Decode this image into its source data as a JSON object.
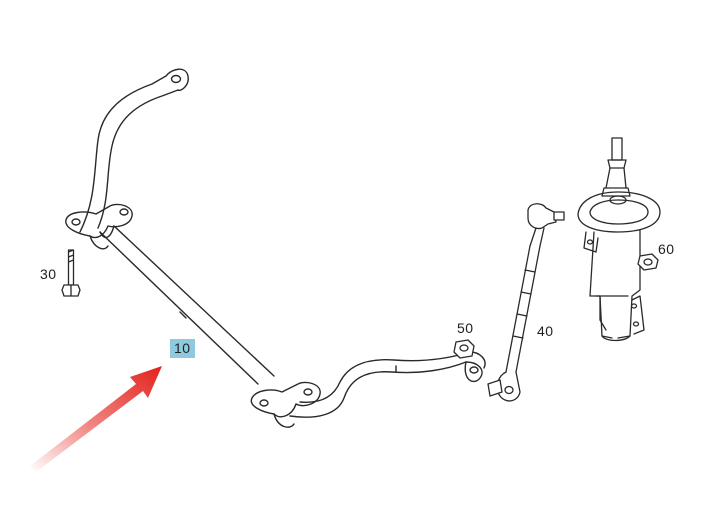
{
  "diagram": {
    "labels": {
      "stabilizer_bar": "10",
      "bolt": "30",
      "link": "40",
      "nut_link": "50",
      "nut_strut": "60"
    },
    "highlighted_part": "10",
    "colors": {
      "highlight": "#8ec9df",
      "arrow": "#e3221c",
      "line": "#2a2a2a"
    }
  }
}
